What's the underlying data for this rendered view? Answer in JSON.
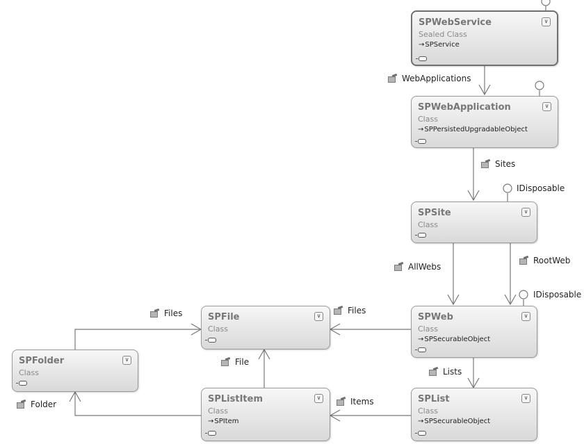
{
  "classes": {
    "spwebservice": {
      "name": "SPWebService",
      "kind": "Sealed Class",
      "base": "SPService"
    },
    "spwebapplication": {
      "name": "SPWebApplication",
      "kind": "Class",
      "base": "SPPersistedUpgradableObject"
    },
    "spsite": {
      "name": "SPSite",
      "kind": "Class"
    },
    "spweb": {
      "name": "SPWeb",
      "kind": "Class",
      "base": "SPSecurableObject"
    },
    "spfile": {
      "name": "SPFile",
      "kind": "Class"
    },
    "spfolder": {
      "name": "SPFolder",
      "kind": "Class"
    },
    "splistitem": {
      "name": "SPListItem",
      "kind": "Class",
      "base": "SPItem"
    },
    "splist": {
      "name": "SPList",
      "kind": "Class",
      "base": "SPSecurableObject"
    }
  },
  "associations": {
    "webapplications": "WebApplications",
    "sites": "Sites",
    "allwebs": "AllWebs",
    "rootweb": "RootWeb",
    "files_web": "Files",
    "files_folder": "Files",
    "file": "File",
    "lists": "Lists",
    "items": "Items",
    "folder": "Folder"
  },
  "interfaces": {
    "site": "IDisposable",
    "web": "IDisposable"
  },
  "icons": {
    "expand": "double-chevron-down-icon",
    "property": "property-icon",
    "lollipop": "lollipop-interface-icon"
  }
}
